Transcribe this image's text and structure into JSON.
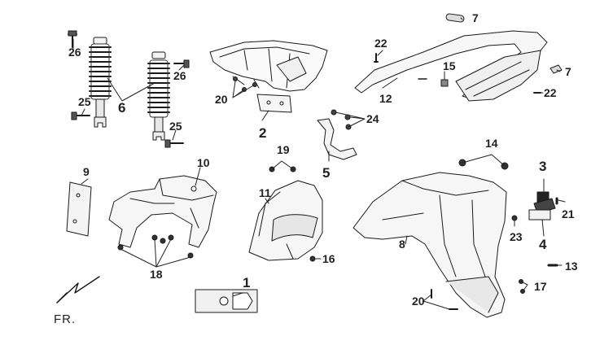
{
  "diagram": {
    "callouts": {
      "c1": "1",
      "c2": "2",
      "c3": "3",
      "c4": "4",
      "c5": "5",
      "c6": "6",
      "c7a": "7",
      "c7b": "7",
      "c8": "8",
      "c9": "9",
      "c10": "10",
      "c11": "11",
      "c12": "12",
      "c13": "13",
      "c14": "14",
      "c15": "15",
      "c16": "16",
      "c17": "17",
      "c18": "18",
      "c19": "19",
      "c20a": "20",
      "c20b": "20",
      "c21": "21",
      "c22a": "22",
      "c22b": "22",
      "c23": "23",
      "c24": "24",
      "c25a": "25",
      "c25b": "25",
      "c26a": "26",
      "c26b": "26"
    },
    "direction_label": "FR."
  }
}
